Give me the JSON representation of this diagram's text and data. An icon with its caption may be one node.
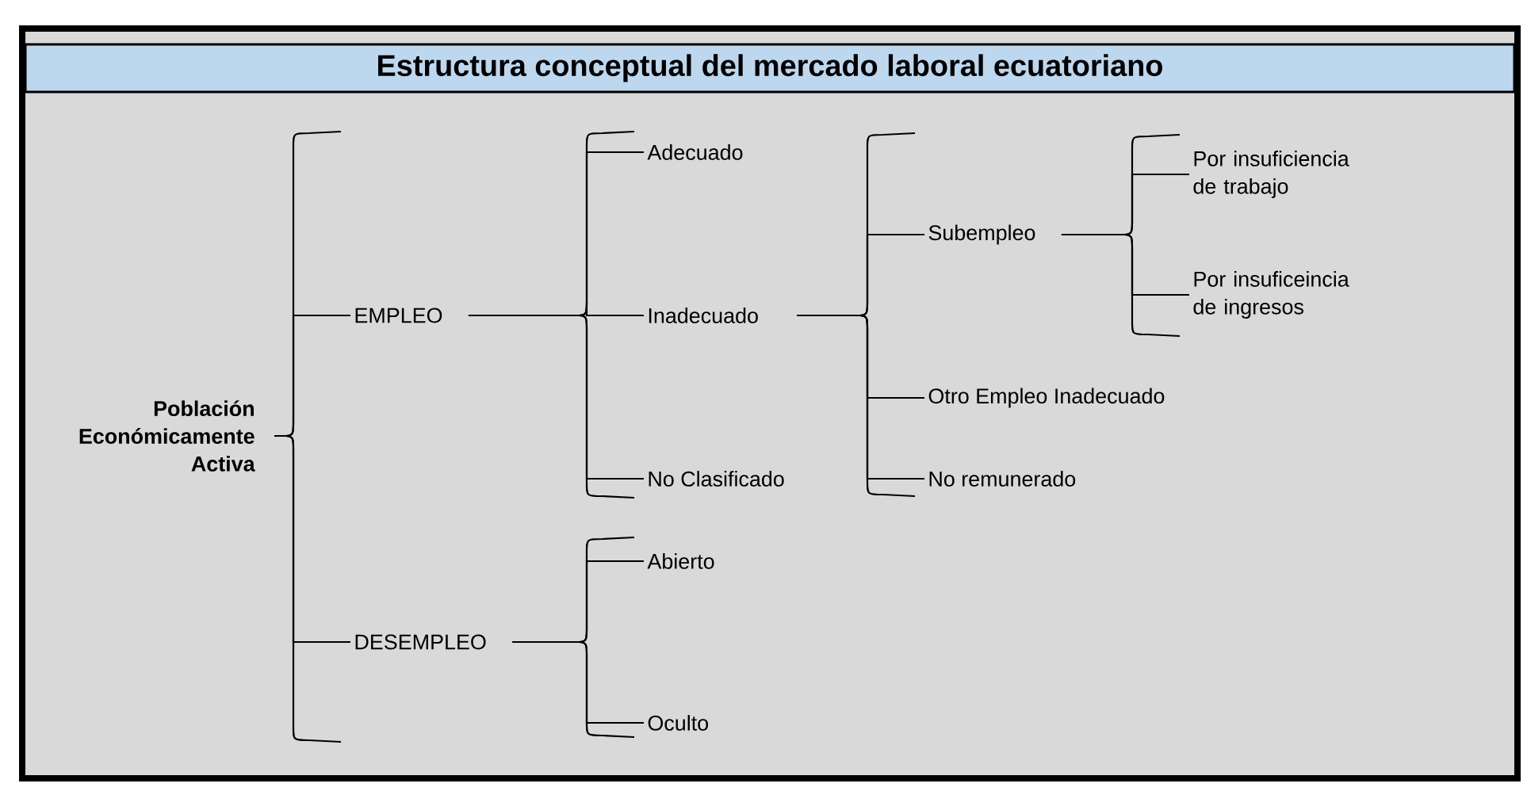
{
  "diagram": {
    "title": "Estructura conceptual del mercado laboral ecuatoriano",
    "nodes": [
      {
        "text": [
          "Población Económicamente Activa"
        ]
      },
      {
        "text": [
          "EMPLEO"
        ]
      },
      {
        "text": [
          "DESEMPLEO"
        ]
      },
      {
        "text": [
          "Adecuado"
        ]
      },
      {
        "text": [
          "Inadecuado"
        ]
      },
      {
        "text": [
          "No Clasificado"
        ]
      },
      {
        "text": [
          "Abierto"
        ]
      },
      {
        "text": [
          "Oculto"
        ]
      },
      {
        "text": [
          "Subempleo"
        ]
      },
      {
        "text": [
          "Otro Empleo Inadecuado"
        ]
      },
      {
        "text": [
          "No remunerado"
        ]
      },
      {
        "text": [
          "Por insuficiencia de trabajo"
        ]
      },
      {
        "text": [
          "Por insuficeincia de ingresos"
        ]
      }
    ],
    "edges": [
      {
        "from": 0,
        "to": 1,
        "arrow": "none"
      },
      {
        "from": 0,
        "to": 2,
        "arrow": "none"
      },
      {
        "from": 1,
        "to": 3,
        "arrow": "none"
      },
      {
        "from": 1,
        "to": 4,
        "arrow": "none"
      },
      {
        "from": 1,
        "to": 5,
        "arrow": "none"
      },
      {
        "from": 2,
        "to": 6,
        "arrow": "none"
      },
      {
        "from": 2,
        "to": 7,
        "arrow": "none"
      },
      {
        "from": 4,
        "to": 8,
        "arrow": "none"
      },
      {
        "from": 4,
        "to": 9,
        "arrow": "none"
      },
      {
        "from": 4,
        "to": 10,
        "arrow": "none"
      },
      {
        "from": 8,
        "to": 11,
        "arrow": "none"
      },
      {
        "from": 8,
        "to": 12,
        "arrow": "none"
      }
    ]
  }
}
